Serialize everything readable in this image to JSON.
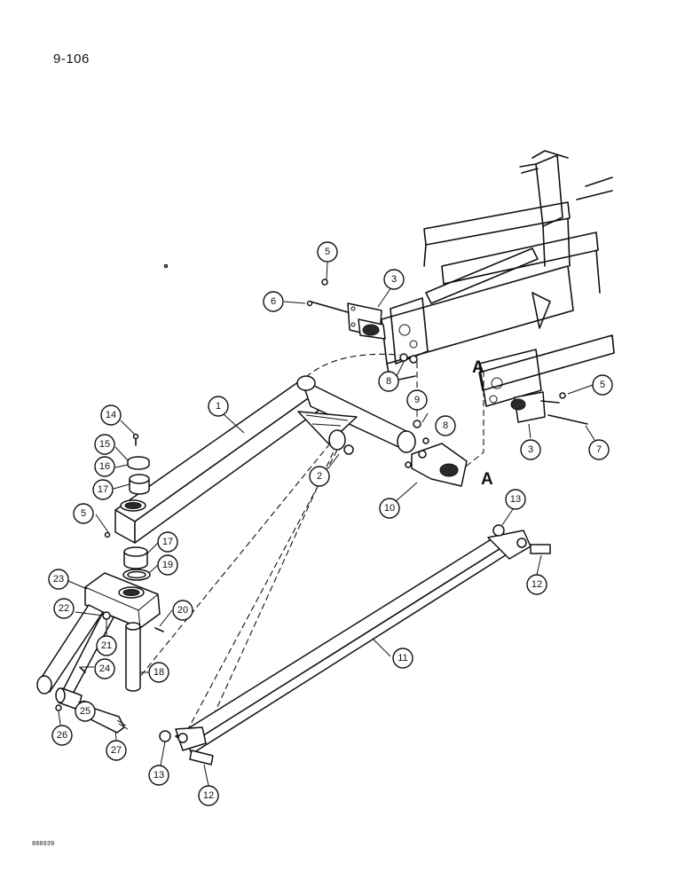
{
  "page": {
    "number": "9-106",
    "drawing_code": "860939"
  },
  "section_marks": [
    "A",
    "A"
  ],
  "callouts": [
    "1",
    "2",
    "3",
    "3",
    "5",
    "5",
    "5",
    "6",
    "7",
    "8",
    "8",
    "9",
    "10",
    "11",
    "12",
    "12",
    "13",
    "13",
    "14",
    "15",
    "16",
    "17",
    "17",
    "18",
    "19",
    "20",
    "21",
    "22",
    "23",
    "24",
    "25",
    "26",
    "27"
  ]
}
